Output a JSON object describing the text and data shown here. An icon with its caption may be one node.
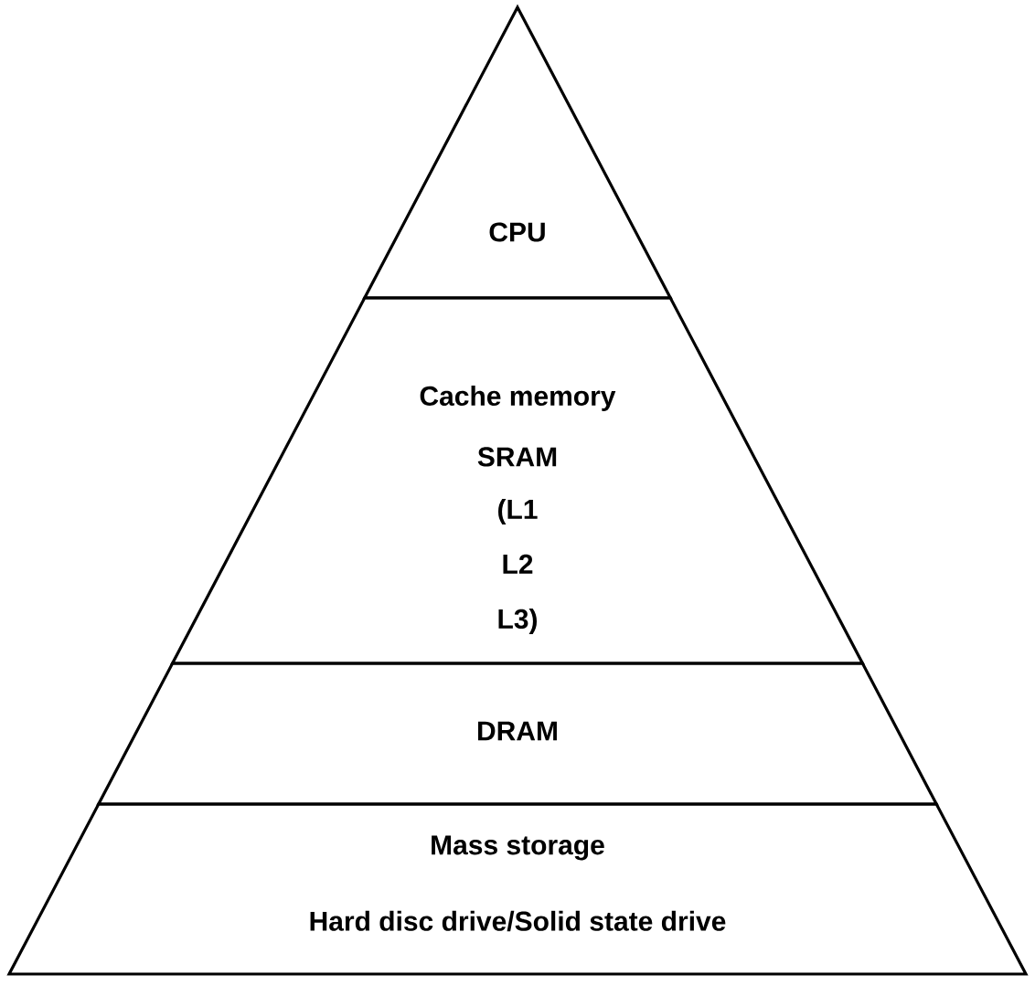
{
  "diagram": {
    "nodes": [
      {
        "text": [
          "CPU"
        ]
      },
      {
        "text": [
          "Cache memory",
          "SRAM",
          "(L1 L2 L3)"
        ]
      },
      {
        "text": [
          "DRAM"
        ]
      },
      {
        "text": [
          "Mass storage",
          "Hard disc drive/Solid state drive"
        ]
      }
    ]
  }
}
